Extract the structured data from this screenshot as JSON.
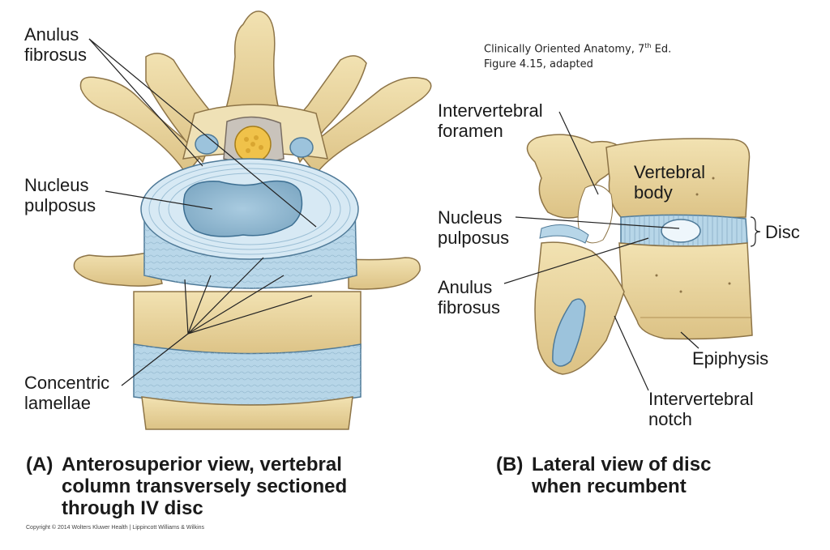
{
  "source": {
    "line1_text": "Clinically Oriented Anatomy, 7",
    "line1_sup": "th",
    "line1_end": " Ed.",
    "line2": "Figure 4.15, adapted"
  },
  "panel_a": {
    "labels": {
      "anulus_1": "Anulus",
      "anulus_2": "fibrosus",
      "nucleus_1": "Nucleus",
      "nucleus_2": "pulposus",
      "lamellae_1": "Concentric",
      "lamellae_2": "lamellae"
    },
    "caption": {
      "letter": "(A)",
      "line1": "Anterosuperior view, vertebral",
      "line2": "column transversely sectioned",
      "line3": "through IV disc"
    }
  },
  "panel_b": {
    "labels": {
      "foramen_1": "Intervertebral",
      "foramen_2": "foramen",
      "body_1": "Vertebral",
      "body_2": "body",
      "nucleus_1": "Nucleus",
      "nucleus_2": "pulposus",
      "disc": "Disc",
      "anulus_1": "Anulus",
      "anulus_2": "fibrosus",
      "epiphysis": "Epiphysis",
      "notch_1": "Intervertebral",
      "notch_2": "notch"
    },
    "caption": {
      "letter": "(B)",
      "line1": "Lateral view of disc",
      "line2": "when recumbent"
    }
  },
  "copyright": "Copyright © 2014 Wolters Kluwer Health | Lippincott Williams & Wilkins",
  "colors": {
    "bone": "#ecd9a4",
    "bone_dark": "#c9ad72",
    "bone_outline": "#8d7447",
    "disc_blue": "#b7d6e8",
    "disc_light": "#deedf6",
    "disc_line": "#7fa6bf",
    "cord_yellow": "#f0c24a"
  }
}
